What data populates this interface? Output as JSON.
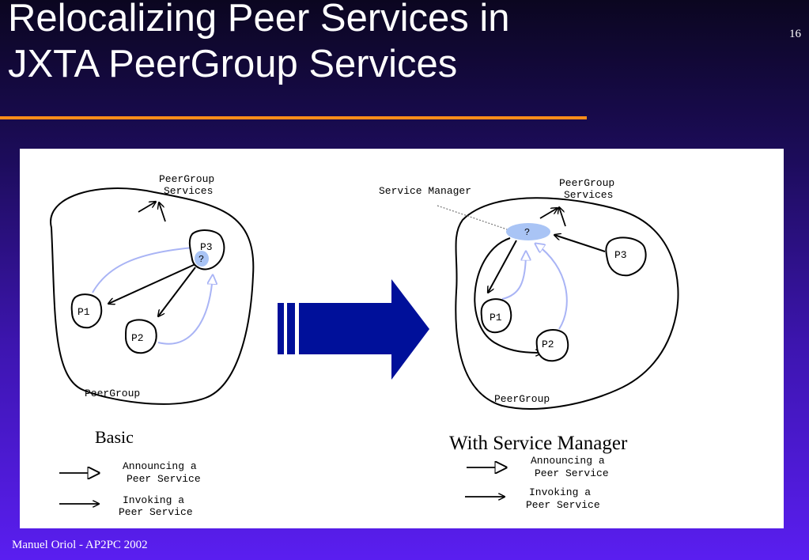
{
  "slide": {
    "title_line1": "Relocalizing Peer Services in",
    "title_line2": "JXTA PeerGroup Services",
    "number": "16",
    "footer": "Manuel Oriol - AP2PC 2002"
  },
  "colors": {
    "title_rule": "#ff8c1a",
    "arrow_fill": "#00109a",
    "announce_line": "#a9b4f5",
    "service_blob": "#a9c4f5"
  },
  "diagram_left": {
    "services_label_1": "PeerGroup",
    "services_label_2": "Services",
    "group_label": "PeerGroup",
    "p1": "P1",
    "p2": "P2",
    "p3": "P3",
    "service_mark": "?",
    "caption": "Basic",
    "legend_announce_1": "Announcing a",
    "legend_announce_2": "Peer Service",
    "legend_invoke_1": "Invoking a",
    "legend_invoke_2": "Peer Service"
  },
  "diagram_right": {
    "manager_label": "Service Manager",
    "services_label_1": "PeerGroup",
    "services_label_2": "Services",
    "group_label": "PeerGroup",
    "p1": "P1",
    "p2": "P2",
    "p3": "P3",
    "service_mark": "?",
    "caption": "With Service Manager",
    "legend_announce_1": "Announcing a",
    "legend_announce_2": "Peer Service",
    "legend_invoke_1": "Invoking a",
    "legend_invoke_2": "Peer Service"
  }
}
